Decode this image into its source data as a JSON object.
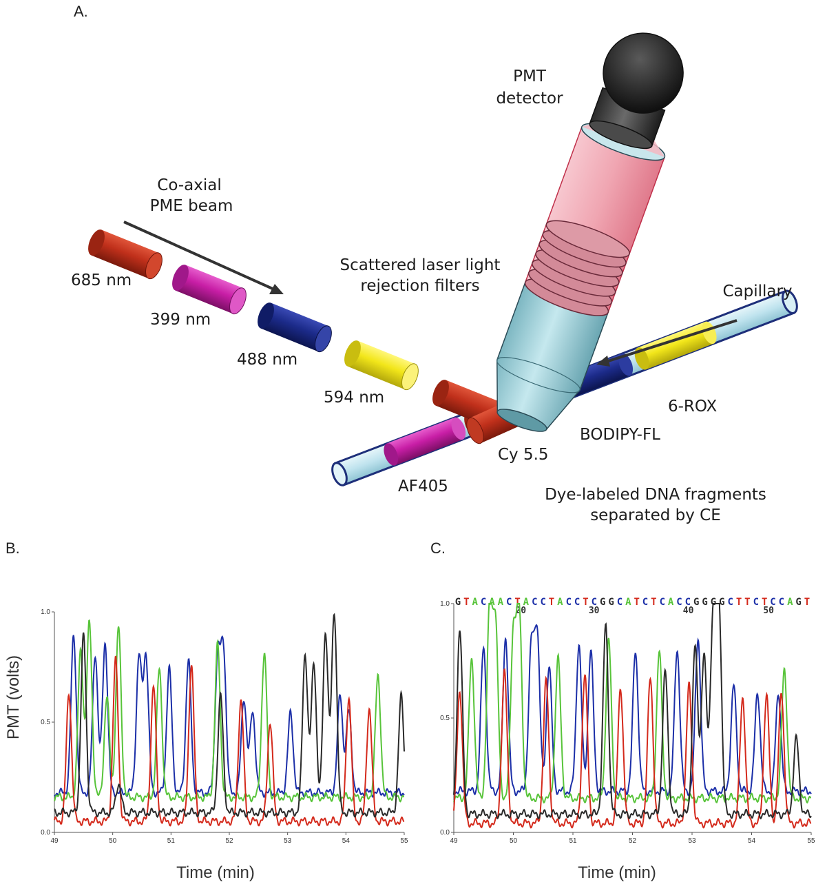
{
  "panels": {
    "a": "A.",
    "b": "B.",
    "c": "C."
  },
  "diagram": {
    "beam_label": [
      "Co-axial",
      "PME beam"
    ],
    "lasers": [
      "685 nm",
      "399 nm",
      "488 nm",
      "594 nm"
    ],
    "detector_label": [
      "PMT",
      "detector"
    ],
    "filters_label": [
      "Scattered laser light",
      "rejection filters"
    ],
    "capillary_label": "Capillary",
    "dyes": [
      "AF405",
      "Cy 5.5",
      "BODIPY-FL",
      "6-ROX"
    ],
    "fragments_label": [
      "Dye-labeled DNA fragments",
      "separated by CE"
    ],
    "colors": {
      "red": "#c0301b",
      "magenta": "#c81ea6",
      "blue": "#1c2b8a",
      "yellow": "#f2e61a",
      "capillary": "#bfe3ee",
      "objective": "#a6d4dc",
      "filter_red": "#f0a6b2"
    }
  },
  "chart_data": [
    {
      "type": "line",
      "panel": "B",
      "xlabel": "Time (min)",
      "ylabel": "PMT (volts)",
      "xlim": [
        49,
        55
      ],
      "ylim": [
        0.0,
        1.0
      ],
      "x_ticks": [
        "49",
        "50",
        "51",
        "52",
        "53",
        "54",
        "55"
      ],
      "y_ticks": [
        "0.0",
        "0.5",
        "1.0"
      ],
      "series": [
        {
          "color": "#1c2fa8",
          "baseline": 0.18,
          "peaks": [
            [
              49.33,
              0.89
            ],
            [
              49.7,
              0.81
            ],
            [
              49.87,
              0.86
            ],
            [
              50.45,
              0.79
            ],
            [
              50.57,
              0.8
            ],
            [
              50.97,
              0.74
            ],
            [
              51.3,
              0.78
            ],
            [
              51.8,
              0.78
            ],
            [
              51.9,
              0.82
            ],
            [
              52.25,
              0.61
            ],
            [
              52.4,
              0.55
            ],
            [
              53.05,
              0.54
            ],
            [
              53.9,
              0.62
            ],
            [
              54.05,
              0.55
            ]
          ]
        },
        {
          "color": "#58c43a",
          "baseline": 0.16,
          "peaks": [
            [
              49.45,
              0.82
            ],
            [
              49.6,
              0.95
            ],
            [
              49.9,
              0.61
            ],
            [
              50.1,
              0.93
            ],
            [
              50.8,
              0.74
            ],
            [
              51.8,
              0.85
            ],
            [
              52.6,
              0.81
            ],
            [
              54.55,
              0.71
            ]
          ]
        },
        {
          "color": "#d42a1c",
          "baseline": 0.05,
          "peaks": [
            [
              49.25,
              0.63
            ],
            [
              50.05,
              0.78
            ],
            [
              50.7,
              0.66
            ],
            [
              51.35,
              0.76
            ],
            [
              52.2,
              0.6
            ],
            [
              52.7,
              0.5
            ],
            [
              54.05,
              0.61
            ],
            [
              54.4,
              0.56
            ]
          ]
        },
        {
          "color": "#2a2a2a",
          "baseline": 0.09,
          "peaks": [
            [
              49.5,
              0.89
            ],
            [
              50.1,
              0.22
            ],
            [
              51.85,
              0.62
            ],
            [
              53.3,
              0.81
            ],
            [
              53.45,
              0.77
            ],
            [
              53.65,
              0.91
            ],
            [
              53.8,
              1.0
            ],
            [
              54.95,
              0.62
            ]
          ]
        }
      ]
    },
    {
      "type": "line",
      "panel": "C",
      "xlabel": "Time (min)",
      "xlim": [
        49,
        55
      ],
      "ylim": [
        0.0,
        1.0
      ],
      "x_ticks": [
        "49",
        "50",
        "51",
        "52",
        "53",
        "54",
        "55"
      ],
      "y_ticks": [
        "0.0",
        "0.5",
        "1.0"
      ],
      "sequence": "GTACAACTACCTACCTCGGCATCTCACCGGGGCTTCTCCAGT",
      "sequence_numbers": [
        {
          "label": "20",
          "pos": 0.18
        },
        {
          "label": "30",
          "pos": 0.39
        },
        {
          "label": "40",
          "pos": 0.66
        },
        {
          "label": "50",
          "pos": 0.89
        }
      ],
      "base_colors": {
        "G": "#2a2a2a",
        "A": "#58c43a",
        "C": "#1c2fa8",
        "T": "#d42a1c"
      },
      "series": [
        {
          "color": "#1c2fa8",
          "baseline": 0.18,
          "peaks": [
            [
              49.5,
              0.81
            ],
            [
              49.87,
              0.85
            ],
            [
              50.3,
              0.79
            ],
            [
              50.4,
              0.86
            ],
            [
              50.6,
              0.73
            ],
            [
              51.1,
              0.82
            ],
            [
              51.3,
              0.79
            ],
            [
              52.05,
              0.79
            ],
            [
              52.75,
              0.8
            ],
            [
              53.1,
              0.85
            ],
            [
              53.7,
              0.64
            ],
            [
              54.1,
              0.61
            ],
            [
              54.45,
              0.61
            ]
          ]
        },
        {
          "color": "#58c43a",
          "baseline": 0.15,
          "peaks": [
            [
              49.3,
              0.76
            ],
            [
              49.6,
              0.95
            ],
            [
              49.7,
              0.9
            ],
            [
              50.0,
              0.86
            ],
            [
              50.1,
              0.94
            ],
            [
              50.75,
              0.76
            ],
            [
              51.6,
              0.84
            ],
            [
              52.45,
              0.79
            ],
            [
              54.55,
              0.71
            ]
          ]
        },
        {
          "color": "#d42a1c",
          "baseline": 0.04,
          "peaks": [
            [
              49.1,
              0.62
            ],
            [
              49.85,
              0.7
            ],
            [
              50.55,
              0.66
            ],
            [
              51.2,
              0.69
            ],
            [
              51.8,
              0.63
            ],
            [
              52.3,
              0.68
            ],
            [
              52.95,
              0.64
            ],
            [
              53.85,
              0.59
            ],
            [
              54.25,
              0.6
            ],
            [
              54.5,
              0.61
            ]
          ]
        },
        {
          "color": "#2a2a2a",
          "baseline": 0.08,
          "peaks": [
            [
              49.1,
              0.89
            ],
            [
              51.55,
              0.9
            ],
            [
              52.55,
              0.7
            ],
            [
              53.05,
              0.81
            ],
            [
              53.2,
              0.77
            ],
            [
              53.35,
              0.91
            ],
            [
              53.45,
              1.0
            ],
            [
              54.75,
              0.41
            ]
          ]
        }
      ]
    }
  ]
}
